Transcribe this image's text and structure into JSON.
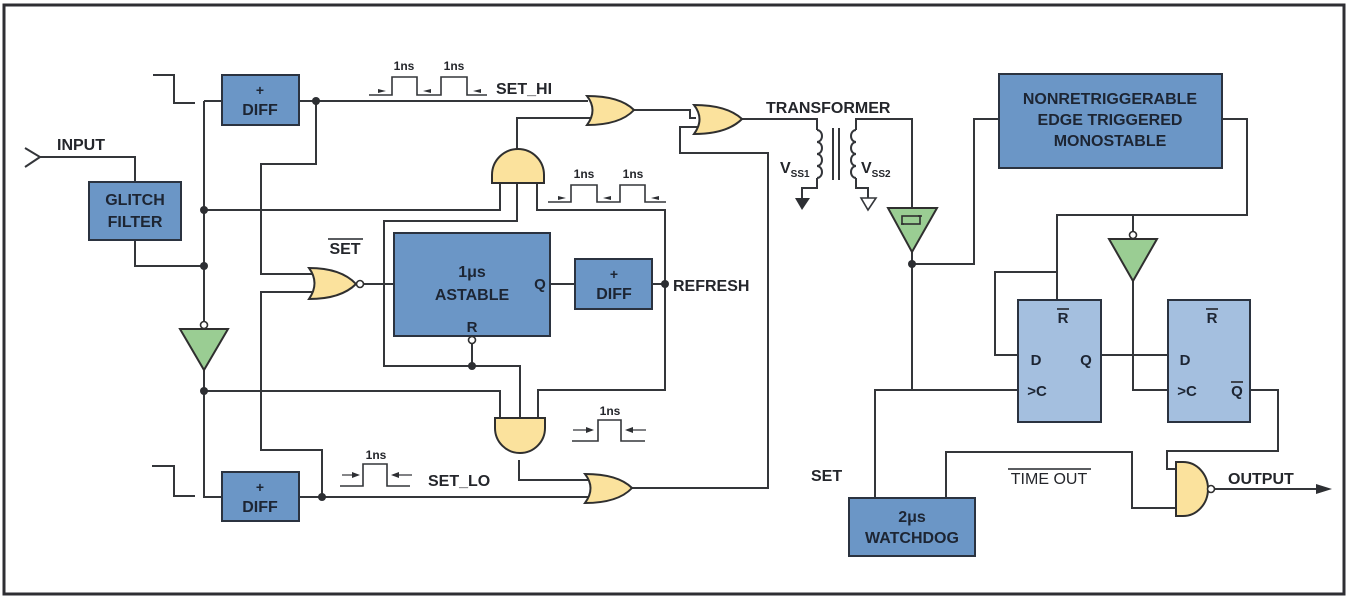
{
  "diagram": {
    "labels": {
      "input": "INPUT",
      "glitch_filter_line1": "GLITCH",
      "glitch_filter_line2": "FILTER",
      "diff_plus": "+",
      "diff": "DIFF",
      "set_hi": "SET_HI",
      "set_lo": "SET_LO",
      "set_bar": "SET",
      "astable_line1": "1μs",
      "astable_line2": "ASTABLE",
      "astable_q": "Q",
      "astable_r": "R",
      "refresh": "REFRESH",
      "transformer": "TRANSFORMER",
      "vss1_main": "V",
      "vss1_sub": "SS1",
      "vss2_main": "V",
      "vss2_sub": "SS2",
      "monostable_line1": "NONRETRIGGERABLE",
      "monostable_line2": "EDGE TRIGGERED",
      "monostable_line3": "MONOSTABLE",
      "ff_r": "R",
      "ff_d": "D",
      "ff_q": "Q",
      "ff_c": ">C",
      "ff_qbar": "Q",
      "set": "SET",
      "watchdog_line1": "2μs",
      "watchdog_line2": "WATCHDOG",
      "time_out": "TIME OUT",
      "output": "OUTPUT",
      "pulse_width": "1ns"
    },
    "colors": {
      "block": "#6b96c6",
      "flip_flop": "#a4bfdf",
      "gate": "#fbe29d",
      "buffer": "#9acd93",
      "wire": "#34363a"
    }
  }
}
